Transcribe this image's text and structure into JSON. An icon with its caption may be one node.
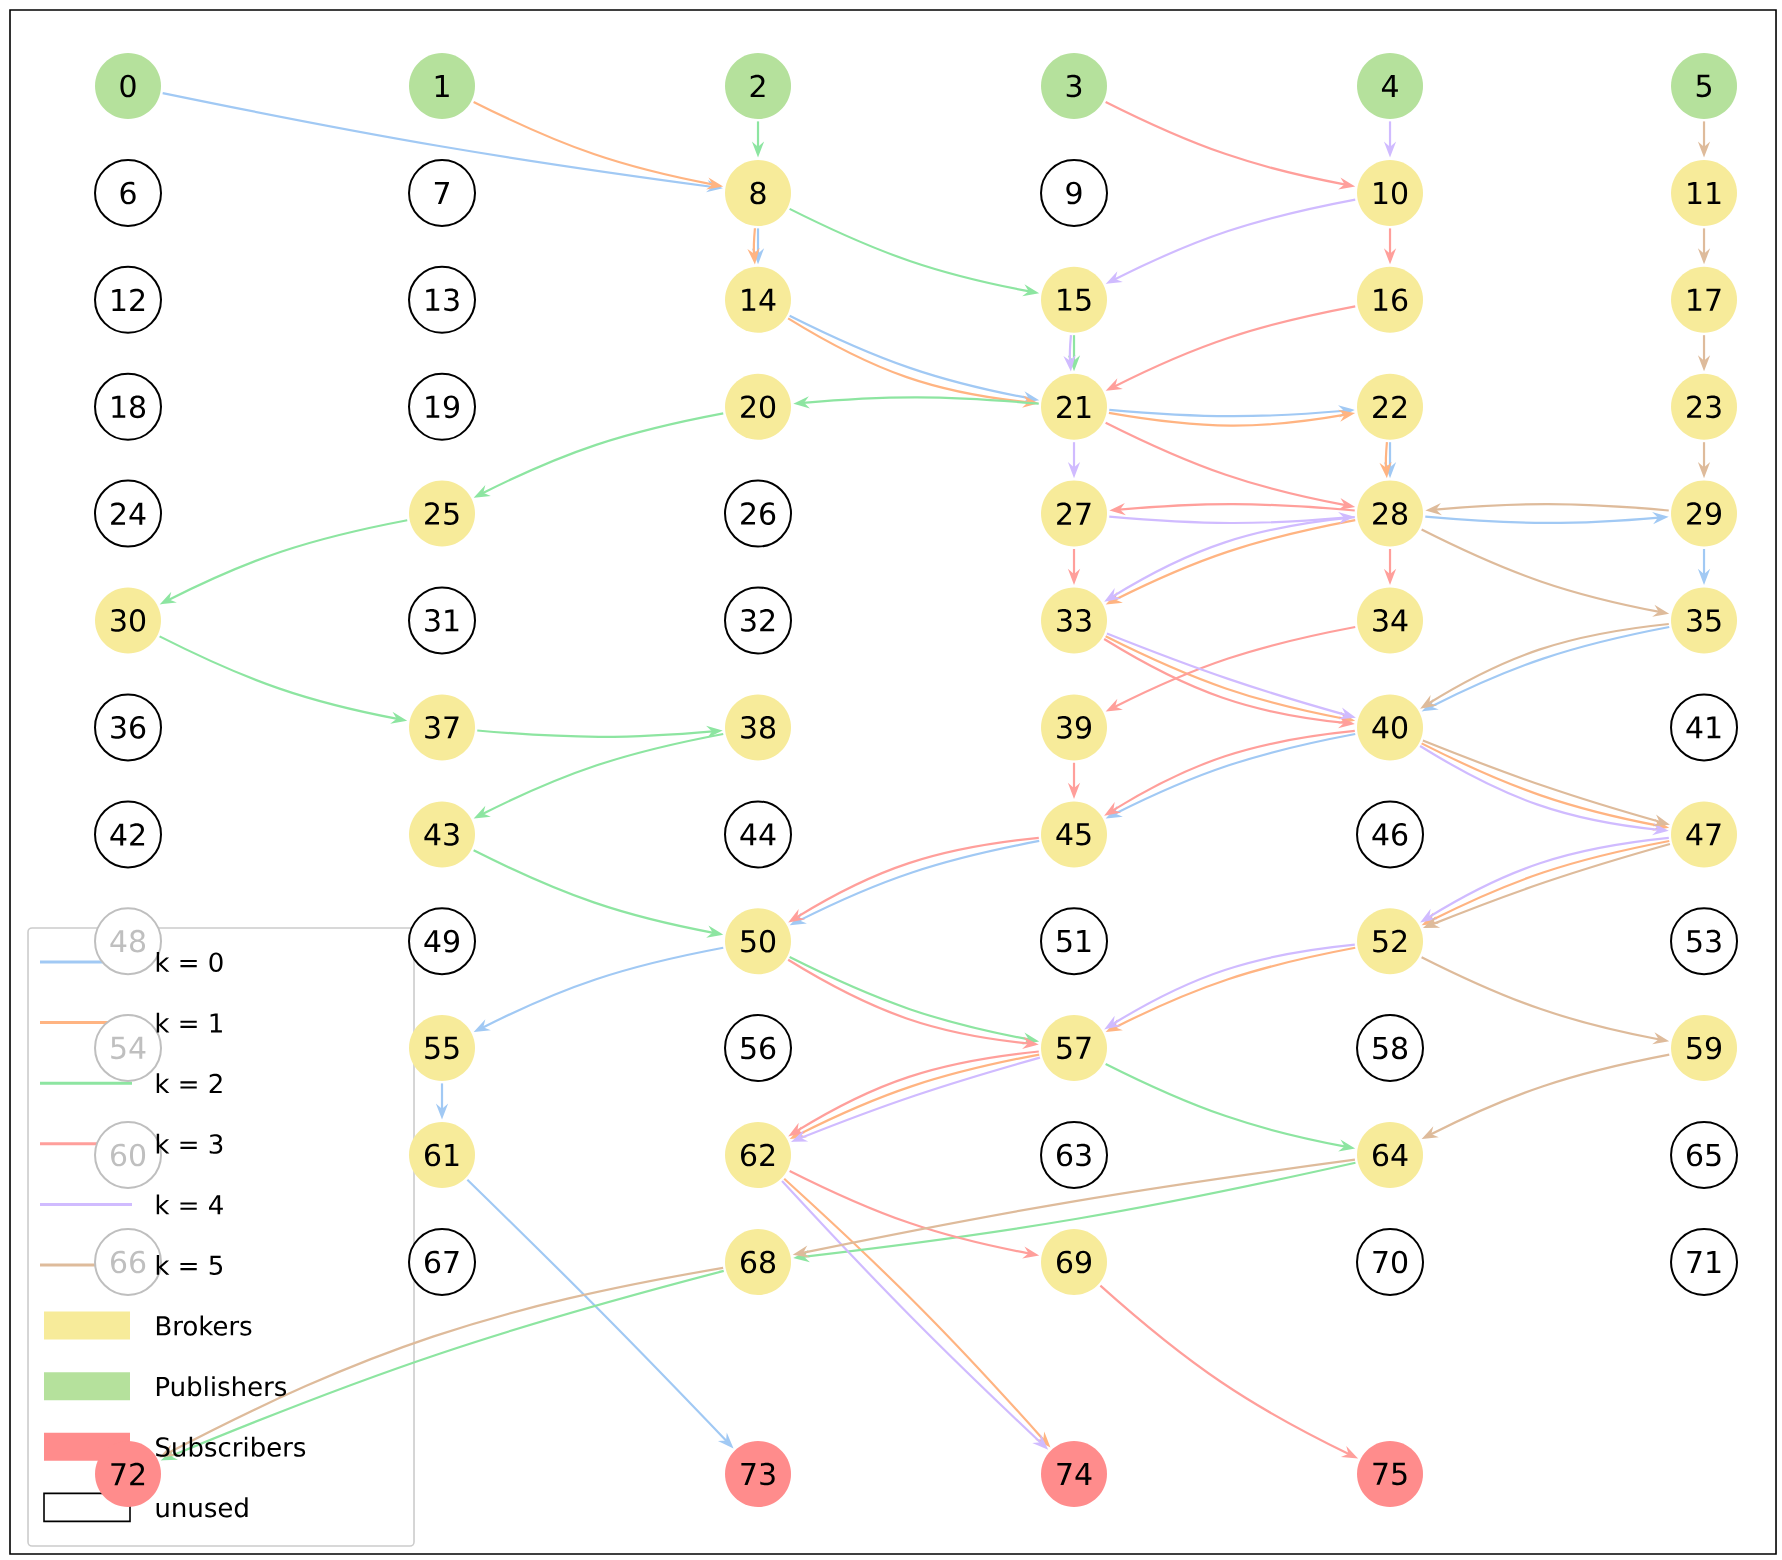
{
  "diagram": {
    "nodes": [
      {
        "text": [
          "0"
        ]
      },
      {
        "text": [
          "1"
        ]
      },
      {
        "text": [
          "2"
        ]
      },
      {
        "text": [
          "3"
        ]
      },
      {
        "text": [
          "4"
        ]
      },
      {
        "text": [
          "5"
        ]
      },
      {
        "text": [
          "6"
        ]
      },
      {
        "text": [
          "7"
        ]
      },
      {
        "text": [
          "8"
        ]
      },
      {
        "text": [
          "9"
        ]
      },
      {
        "text": [
          "10"
        ]
      },
      {
        "text": [
          "11"
        ]
      },
      {
        "text": [
          "12"
        ]
      },
      {
        "text": [
          "13"
        ]
      },
      {
        "text": [
          "14"
        ]
      },
      {
        "text": [
          "15"
        ]
      },
      {
        "text": [
          "16"
        ]
      },
      {
        "text": [
          "17"
        ]
      },
      {
        "text": [
          "18"
        ]
      },
      {
        "text": [
          "19"
        ]
      },
      {
        "text": [
          "20"
        ]
      },
      {
        "text": [
          "21"
        ]
      },
      {
        "text": [
          "22"
        ]
      },
      {
        "text": [
          "23"
        ]
      },
      {
        "text": [
          "24"
        ]
      },
      {
        "text": [
          "25"
        ]
      },
      {
        "text": [
          "26"
        ]
      },
      {
        "text": [
          "27"
        ]
      },
      {
        "text": [
          "28"
        ]
      },
      {
        "text": [
          "29"
        ]
      },
      {
        "text": [
          "30"
        ]
      },
      {
        "text": [
          "31"
        ]
      },
      {
        "text": [
          "32"
        ]
      },
      {
        "text": [
          "33"
        ]
      },
      {
        "text": [
          "34"
        ]
      },
      {
        "text": [
          "35"
        ]
      },
      {
        "text": [
          "36"
        ]
      },
      {
        "text": [
          "37"
        ]
      },
      {
        "text": [
          "38"
        ]
      },
      {
        "text": [
          "39"
        ]
      },
      {
        "text": [
          "40"
        ]
      },
      {
        "text": [
          "41"
        ]
      },
      {
        "text": [
          "42"
        ]
      },
      {
        "text": [
          "43"
        ]
      },
      {
        "text": [
          "44"
        ]
      },
      {
        "text": [
          "45"
        ]
      },
      {
        "text": [
          "46"
        ]
      },
      {
        "text": [
          "47"
        ]
      },
      {
        "text": [
          "48"
        ]
      },
      {
        "text": [
          "49"
        ]
      },
      {
        "text": [
          "50"
        ]
      },
      {
        "text": [
          "51"
        ]
      },
      {
        "text": [
          "52"
        ]
      },
      {
        "text": [
          "53"
        ]
      },
      {
        "text": [
          "54"
        ]
      },
      {
        "text": [
          "55"
        ]
      },
      {
        "text": [
          "56"
        ]
      },
      {
        "text": [
          "57"
        ]
      },
      {
        "text": [
          "58"
        ]
      },
      {
        "text": [
          "59"
        ]
      },
      {
        "text": [
          "60"
        ]
      },
      {
        "text": [
          "61"
        ]
      },
      {
        "text": [
          "62"
        ]
      },
      {
        "text": [
          "63"
        ]
      },
      {
        "text": [
          "64"
        ]
      },
      {
        "text": [
          "65"
        ]
      },
      {
        "text": [
          "66"
        ]
      },
      {
        "text": [
          "67"
        ]
      },
      {
        "text": [
          "68"
        ]
      },
      {
        "text": [
          "69"
        ]
      },
      {
        "text": [
          "70"
        ]
      },
      {
        "text": [
          "71"
        ]
      },
      {
        "text": [
          "72"
        ]
      },
      {
        "text": [
          "73"
        ]
      },
      {
        "text": [
          "74"
        ]
      },
      {
        "text": [
          "75"
        ]
      }
    ],
    "edges": [
      {
        "from": 0,
        "to": 8,
        "arrow": "to",
        "color": "#a1c9f4"
      },
      {
        "from": 8,
        "to": 14,
        "arrow": "to",
        "color": "#a1c9f4"
      },
      {
        "from": 14,
        "to": 21,
        "arrow": "to",
        "color": "#a1c9f4"
      },
      {
        "from": 21,
        "to": 22,
        "arrow": "to",
        "color": "#a1c9f4"
      },
      {
        "from": 22,
        "to": 28,
        "arrow": "to",
        "color": "#a1c9f4"
      },
      {
        "from": 28,
        "to": 29,
        "arrow": "to",
        "color": "#a1c9f4"
      },
      {
        "from": 29,
        "to": 35,
        "arrow": "to",
        "color": "#a1c9f4"
      },
      {
        "from": 35,
        "to": 40,
        "arrow": "to",
        "color": "#a1c9f4"
      },
      {
        "from": 40,
        "to": 45,
        "arrow": "to",
        "color": "#a1c9f4"
      },
      {
        "from": 45,
        "to": 50,
        "arrow": "to",
        "color": "#a1c9f4"
      },
      {
        "from": 50,
        "to": 55,
        "arrow": "to",
        "color": "#a1c9f4"
      },
      {
        "from": 55,
        "to": 61,
        "arrow": "to",
        "color": "#a1c9f4"
      },
      {
        "from": 61,
        "to": 73,
        "arrow": "to",
        "color": "#a1c9f4"
      },
      {
        "from": 1,
        "to": 8,
        "arrow": "to",
        "color": "#ffb482"
      },
      {
        "from": 8,
        "to": 14,
        "arrow": "to",
        "color": "#ffb482"
      },
      {
        "from": 14,
        "to": 21,
        "arrow": "to",
        "color": "#ffb482"
      },
      {
        "from": 21,
        "to": 22,
        "arrow": "to",
        "color": "#ffb482"
      },
      {
        "from": 22,
        "to": 28,
        "arrow": "to",
        "color": "#ffb482"
      },
      {
        "from": 28,
        "to": 33,
        "arrow": "to",
        "color": "#ffb482"
      },
      {
        "from": 33,
        "to": 40,
        "arrow": "to",
        "color": "#ffb482"
      },
      {
        "from": 40,
        "to": 47,
        "arrow": "to",
        "color": "#ffb482"
      },
      {
        "from": 47,
        "to": 52,
        "arrow": "to",
        "color": "#ffb482"
      },
      {
        "from": 52,
        "to": 57,
        "arrow": "to",
        "color": "#ffb482"
      },
      {
        "from": 57,
        "to": 62,
        "arrow": "to",
        "color": "#ffb482"
      },
      {
        "from": 62,
        "to": 74,
        "arrow": "to",
        "color": "#ffb482"
      },
      {
        "from": 2,
        "to": 8,
        "arrow": "to",
        "color": "#8de5a1"
      },
      {
        "from": 8,
        "to": 15,
        "arrow": "to",
        "color": "#8de5a1"
      },
      {
        "from": 15,
        "to": 21,
        "arrow": "to",
        "color": "#8de5a1"
      },
      {
        "from": 21,
        "to": 20,
        "arrow": "to",
        "color": "#8de5a1"
      },
      {
        "from": 20,
        "to": 25,
        "arrow": "to",
        "color": "#8de5a1"
      },
      {
        "from": 25,
        "to": 30,
        "arrow": "to",
        "color": "#8de5a1"
      },
      {
        "from": 30,
        "to": 37,
        "arrow": "to",
        "color": "#8de5a1"
      },
      {
        "from": 37,
        "to": 38,
        "arrow": "to",
        "color": "#8de5a1"
      },
      {
        "from": 38,
        "to": 43,
        "arrow": "to",
        "color": "#8de5a1"
      },
      {
        "from": 43,
        "to": 50,
        "arrow": "to",
        "color": "#8de5a1"
      },
      {
        "from": 50,
        "to": 57,
        "arrow": "to",
        "color": "#8de5a1"
      },
      {
        "from": 57,
        "to": 64,
        "arrow": "to",
        "color": "#8de5a1"
      },
      {
        "from": 64,
        "to": 68,
        "arrow": "to",
        "color": "#8de5a1"
      },
      {
        "from": 68,
        "to": 72,
        "arrow": "to",
        "color": "#8de5a1"
      },
      {
        "from": 3,
        "to": 10,
        "arrow": "to",
        "color": "#ff9f9b"
      },
      {
        "from": 10,
        "to": 16,
        "arrow": "to",
        "color": "#ff9f9b"
      },
      {
        "from": 16,
        "to": 21,
        "arrow": "to",
        "color": "#ff9f9b"
      },
      {
        "from": 21,
        "to": 28,
        "arrow": "to",
        "color": "#ff9f9b"
      },
      {
        "from": 28,
        "to": 27,
        "arrow": "to",
        "color": "#ff9f9b"
      },
      {
        "from": 27,
        "to": 33,
        "arrow": "to",
        "color": "#ff9f9b"
      },
      {
        "from": 33,
        "to": 40,
        "arrow": "to",
        "color": "#ff9f9b"
      },
      {
        "from": 40,
        "to": 45,
        "arrow": "to",
        "color": "#ff9f9b"
      },
      {
        "from": 45,
        "to": 50,
        "arrow": "to",
        "color": "#ff9f9b"
      },
      {
        "from": 50,
        "to": 57,
        "arrow": "to",
        "color": "#ff9f9b"
      },
      {
        "from": 57,
        "to": 62,
        "arrow": "to",
        "color": "#ff9f9b"
      },
      {
        "from": 62,
        "to": 69,
        "arrow": "to",
        "color": "#ff9f9b"
      },
      {
        "from": 69,
        "to": 75,
        "arrow": "to",
        "color": "#ff9f9b"
      },
      {
        "from": 28,
        "to": 34,
        "arrow": "to",
        "color": "#ff9f9b"
      },
      {
        "from": 34,
        "to": 39,
        "arrow": "to",
        "color": "#ff9f9b"
      },
      {
        "from": 39,
        "to": 45,
        "arrow": "to",
        "color": "#ff9f9b"
      },
      {
        "from": 4,
        "to": 10,
        "arrow": "to",
        "color": "#d0bbff"
      },
      {
        "from": 10,
        "to": 15,
        "arrow": "to",
        "color": "#d0bbff"
      },
      {
        "from": 15,
        "to": 21,
        "arrow": "to",
        "color": "#d0bbff"
      },
      {
        "from": 21,
        "to": 27,
        "arrow": "to",
        "color": "#d0bbff"
      },
      {
        "from": 27,
        "to": 28,
        "arrow": "to",
        "color": "#d0bbff"
      },
      {
        "from": 28,
        "to": 33,
        "arrow": "to",
        "color": "#d0bbff"
      },
      {
        "from": 33,
        "to": 40,
        "arrow": "to",
        "color": "#d0bbff"
      },
      {
        "from": 40,
        "to": 47,
        "arrow": "to",
        "color": "#d0bbff"
      },
      {
        "from": 47,
        "to": 52,
        "arrow": "to",
        "color": "#d0bbff"
      },
      {
        "from": 52,
        "to": 57,
        "arrow": "to",
        "color": "#d0bbff"
      },
      {
        "from": 57,
        "to": 62,
        "arrow": "to",
        "color": "#d0bbff"
      },
      {
        "from": 62,
        "to": 74,
        "arrow": "to",
        "color": "#d0bbff"
      },
      {
        "from": 5,
        "to": 11,
        "arrow": "to",
        "color": "#debb9b"
      },
      {
        "from": 11,
        "to": 17,
        "arrow": "to",
        "color": "#debb9b"
      },
      {
        "from": 17,
        "to": 23,
        "arrow": "to",
        "color": "#debb9b"
      },
      {
        "from": 23,
        "to": 29,
        "arrow": "to",
        "color": "#debb9b"
      },
      {
        "from": 29,
        "to": 28,
        "arrow": "to",
        "color": "#debb9b"
      },
      {
        "from": 28,
        "to": 35,
        "arrow": "to",
        "color": "#debb9b"
      },
      {
        "from": 35,
        "to": 40,
        "arrow": "to",
        "color": "#debb9b"
      },
      {
        "from": 40,
        "to": 47,
        "arrow": "to",
        "color": "#debb9b"
      },
      {
        "from": 47,
        "to": 52,
        "arrow": "to",
        "color": "#debb9b"
      },
      {
        "from": 52,
        "to": 59,
        "arrow": "to",
        "color": "#debb9b"
      },
      {
        "from": 59,
        "to": 64,
        "arrow": "to",
        "color": "#debb9b"
      },
      {
        "from": 64,
        "to": 68,
        "arrow": "to",
        "color": "#debb9b"
      },
      {
        "from": 68,
        "to": 72,
        "arrow": "to",
        "color": "#debb9b"
      }
    ],
    "legend": [
      {
        "text": "k = 0"
      },
      {
        "text": "k = 1"
      },
      {
        "text": "k = 2"
      },
      {
        "text": "k = 3"
      },
      {
        "text": "k = 4"
      },
      {
        "text": "k = 5"
      },
      {
        "text": "Brokers",
        "color": "#f7eb9a"
      },
      {
        "text": "Publishers",
        "color": "#b5e19c"
      },
      {
        "text": "Subscribers",
        "color": "#ff8c8c"
      },
      {
        "text": "unused"
      }
    ]
  }
}
